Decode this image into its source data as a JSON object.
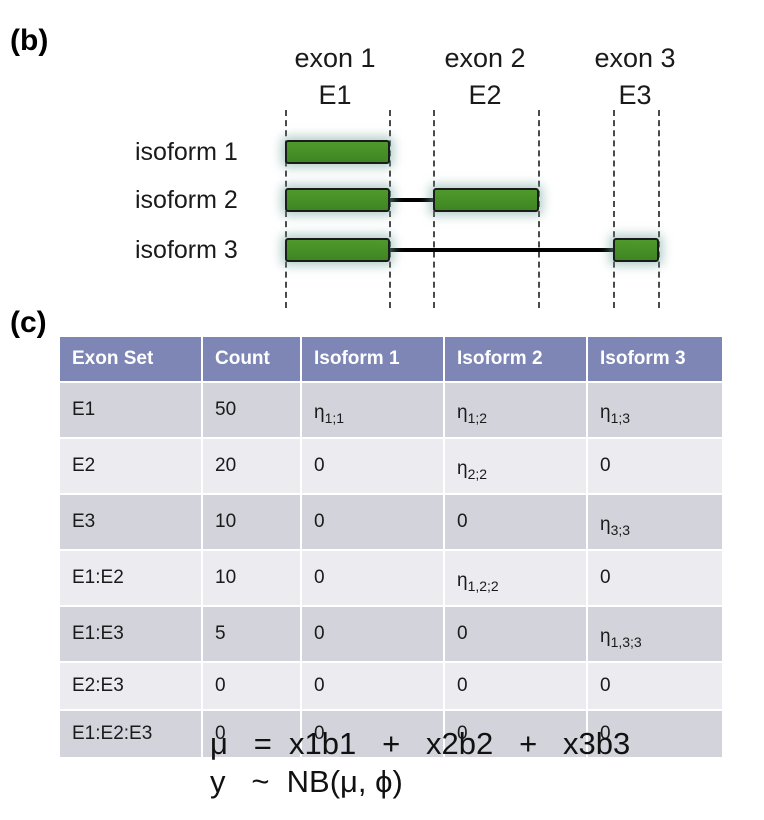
{
  "panel_b_label": "(b)",
  "panel_c_label": "(c)",
  "exons": [
    {
      "name": "exon 1",
      "id": "E1"
    },
    {
      "name": "exon 2",
      "id": "E2"
    },
    {
      "name": "exon 3",
      "id": "E3"
    }
  ],
  "isoforms": [
    {
      "label": "isoform 1",
      "exons": [
        "E1"
      ]
    },
    {
      "label": "isoform 2",
      "exons": [
        "E1",
        "E2"
      ]
    },
    {
      "label": "isoform 3",
      "exons": [
        "E1",
        "E3"
      ]
    }
  ],
  "colors": {
    "exon_fill": "#4a9428",
    "exon_glow": "#78aaa0",
    "table_header": "#7d86b5",
    "row_dark": "#d3d4db",
    "row_light": "#ebebf0"
  },
  "table": {
    "headers": [
      "Exon Set",
      "Count",
      "Isoform 1",
      "Isoform 2",
      "Isoform 3"
    ],
    "rows": [
      [
        {
          "text": "E1"
        },
        {
          "text": "50"
        },
        {
          "text": "η",
          "sub": "1;1"
        },
        {
          "text": "η",
          "sub": "1;2"
        },
        {
          "text": "η",
          "sub": "1;3"
        }
      ],
      [
        {
          "text": "E2"
        },
        {
          "text": "20"
        },
        {
          "text": "0"
        },
        {
          "text": "η",
          "sub": "2;2"
        },
        {
          "text": "0"
        }
      ],
      [
        {
          "text": "E3"
        },
        {
          "text": "10"
        },
        {
          "text": "0"
        },
        {
          "text": "0"
        },
        {
          "text": "η",
          "sub": "3;3"
        }
      ],
      [
        {
          "text": "E1:E2"
        },
        {
          "text": "10"
        },
        {
          "text": "0"
        },
        {
          "text": "η",
          "sub": "1,2;2"
        },
        {
          "text": "0"
        }
      ],
      [
        {
          "text": "E1:E3"
        },
        {
          "text": "5"
        },
        {
          "text": "0"
        },
        {
          "text": "0"
        },
        {
          "text": "η",
          "sub": "1,3;3"
        }
      ],
      [
        {
          "text": "E2:E3"
        },
        {
          "text": "0"
        },
        {
          "text": "0"
        },
        {
          "text": "0"
        },
        {
          "text": "0"
        }
      ],
      [
        {
          "text": "E1:E2:E3"
        },
        {
          "text": "0"
        },
        {
          "text": "0"
        },
        {
          "text": "0"
        },
        {
          "text": "0"
        }
      ]
    ]
  },
  "formula": {
    "line1": "μ   =  x1b1   +   x2b2   +   x3b3",
    "line2": "y   ~  NB(μ, ϕ)"
  }
}
